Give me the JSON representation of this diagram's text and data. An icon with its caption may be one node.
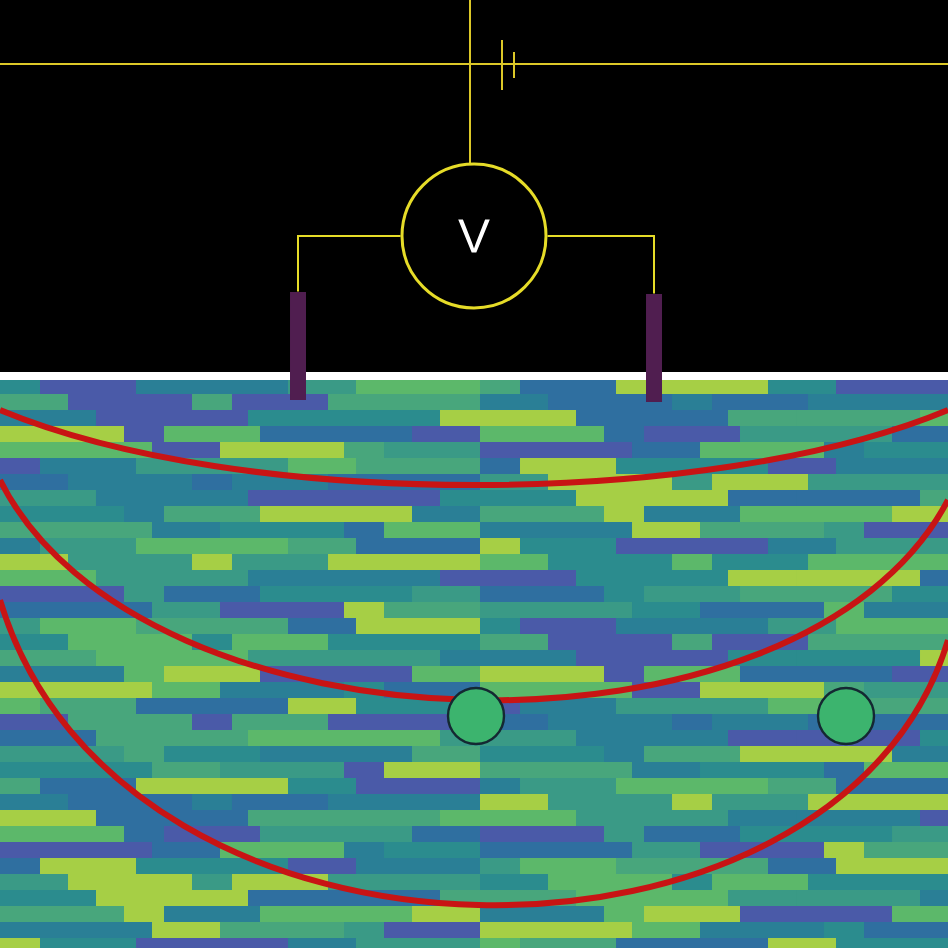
{
  "diagram": {
    "nodes": [
      {
        "text": [
          "V"
        ]
      },
      {
        "text": [],
        "shape": "bar"
      },
      {
        "text": [],
        "shape": "bar"
      },
      {
        "text": [],
        "shape": "circle"
      },
      {
        "text": [],
        "shape": "circle"
      }
    ],
    "edges": [
      {
        "from": 0,
        "to": 1,
        "arrow": "none"
      },
      {
        "from": 0,
        "to": 2,
        "arrow": "none"
      }
    ]
  }
}
